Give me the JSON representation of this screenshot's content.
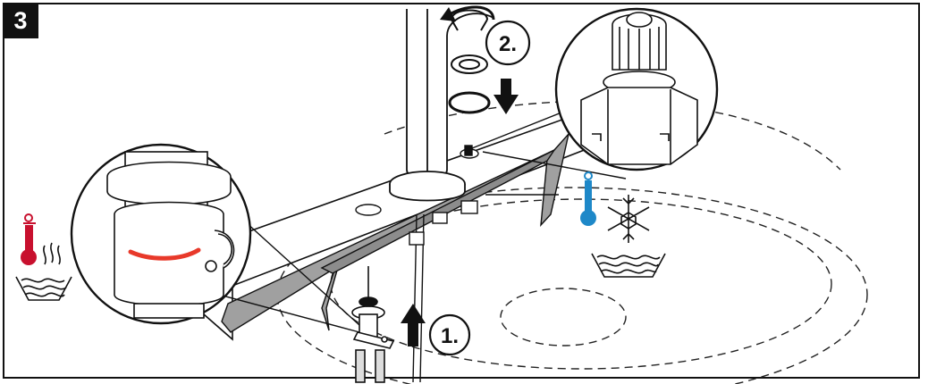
{
  "step": {
    "number": "3"
  },
  "callouts": [
    {
      "id": "one",
      "label": "1."
    },
    {
      "id": "two",
      "label": "2."
    }
  ],
  "symbols": {
    "hot": {
      "icon": "hot-water-thermometer-icon",
      "color": "#c8102e"
    },
    "cold": {
      "icon": "cold-water-snowflake-icon",
      "color": "#1e88c8"
    }
  },
  "colors": {
    "line": "#111111",
    "panel": "#9a9a9a",
    "red_mark": "#e8392a"
  }
}
